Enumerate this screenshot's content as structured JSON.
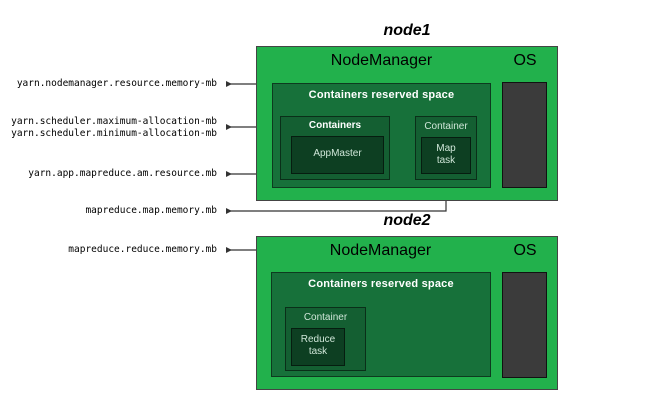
{
  "diagram": {
    "title_node1": "node1",
    "title_node2": "node2",
    "nodemanager_label": "NodeManager",
    "os_label": "OS",
    "reserved_space_label": "Containers reserved space",
    "containers_label": "Containers",
    "container_label": "Container",
    "appmaster_label": "AppMaster",
    "map_task_label": "Map\ntask",
    "reduce_task_label": "Reduce\ntask"
  },
  "labels": {
    "nodemanager_resource_memory": "yarn.nodemanager.resource.memory-mb",
    "scheduler_maximum_allocation": "yarn.scheduler.maximum-allocation-mb",
    "scheduler_minimum_allocation": "yarn.scheduler.minimum-allocation-mb",
    "am_resource_mb": "yarn.app.mapreduce.am.resource.mb",
    "mapreduce_map_memory": "mapreduce.map.memory.mb",
    "mapreduce_reduce_memory": "mapreduce.reduce.memory.mb"
  },
  "colors": {
    "node_green": "#22b14c",
    "reserved_green": "#17713a",
    "container_green": "#145f32",
    "task_green": "#0d3f22",
    "os_dark": "#3b3b3b",
    "line": "#333333",
    "text_light": "#cfe6d8",
    "text_white": "#ffffff",
    "text_black": "#000000"
  }
}
